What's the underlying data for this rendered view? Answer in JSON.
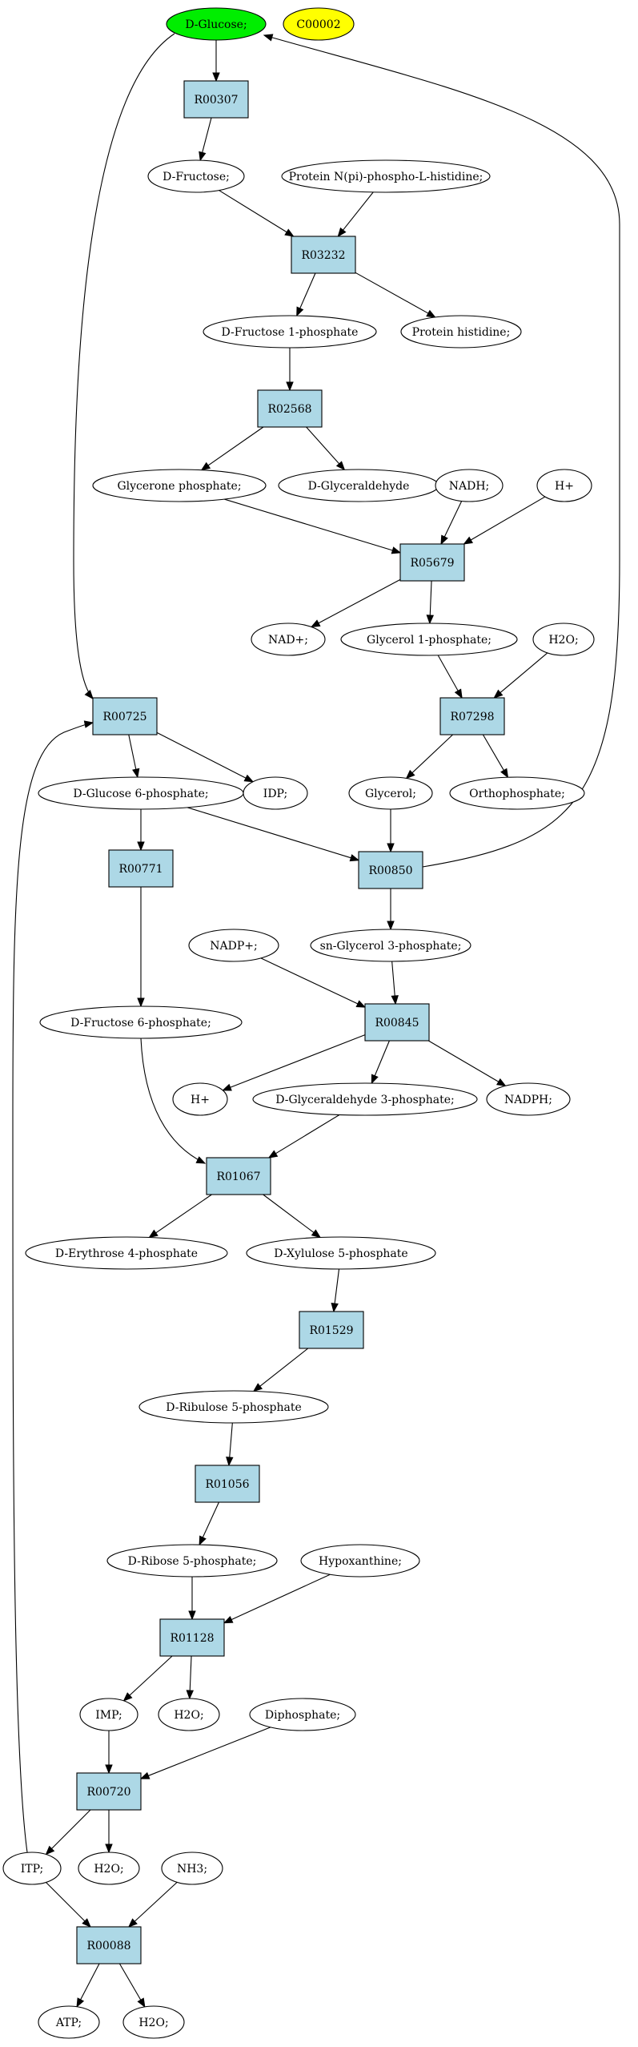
{
  "colors": {
    "compound_fill": "#ffffff",
    "source_fill": "#00ee00",
    "target_fill": "#ffff00",
    "reaction_fill": "#add8e6",
    "stroke": "#000000"
  },
  "compounds": [
    {
      "id": "glucose",
      "label": "D-Glucose;"
    },
    {
      "id": "c00002",
      "label": "C00002"
    },
    {
      "id": "fructose",
      "label": "D-Fructose;"
    },
    {
      "id": "protein_nphis",
      "label": "Protein N(pi)-phospho-L-histidine;"
    },
    {
      "id": "fructose1p",
      "label": "D-Fructose 1-phosphate"
    },
    {
      "id": "protein_his",
      "label": "Protein histidine;"
    },
    {
      "id": "glycerone_p",
      "label": "Glycerone phosphate;"
    },
    {
      "id": "glyceraldehyde",
      "label": "D-Glyceraldehyde"
    },
    {
      "id": "nadh",
      "label": "NADH;"
    },
    {
      "id": "hplus1",
      "label": "H+"
    },
    {
      "id": "nadplus",
      "label": "NAD+;"
    },
    {
      "id": "glycerol1p",
      "label": "Glycerol 1-phosphate;"
    },
    {
      "id": "h2o_1",
      "label": "H2O;"
    },
    {
      "id": "g6p",
      "label": "D-Glucose 6-phosphate;"
    },
    {
      "id": "idp",
      "label": "IDP;"
    },
    {
      "id": "glycerol",
      "label": "Glycerol;"
    },
    {
      "id": "orthophosphate",
      "label": "Orthophosphate;"
    },
    {
      "id": "nadpplus",
      "label": "NADP+;"
    },
    {
      "id": "snglycerol3p",
      "label": "sn-Glycerol 3-phosphate;"
    },
    {
      "id": "f6p",
      "label": "D-Fructose 6-phosphate;"
    },
    {
      "id": "hplus2",
      "label": "H+"
    },
    {
      "id": "g3p",
      "label": "D-Glyceraldehyde 3-phosphate;"
    },
    {
      "id": "nadph",
      "label": "NADPH;"
    },
    {
      "id": "e4p",
      "label": "D-Erythrose 4-phosphate"
    },
    {
      "id": "x5p",
      "label": "D-Xylulose 5-phosphate"
    },
    {
      "id": "ru5p",
      "label": "D-Ribulose 5-phosphate"
    },
    {
      "id": "r5p",
      "label": "D-Ribose 5-phosphate;"
    },
    {
      "id": "hypoxanthine",
      "label": "Hypoxanthine;"
    },
    {
      "id": "imp",
      "label": "IMP;"
    },
    {
      "id": "h2o_2",
      "label": "H2O;"
    },
    {
      "id": "diphosphate",
      "label": "Diphosphate;"
    },
    {
      "id": "itp",
      "label": "ITP;"
    },
    {
      "id": "h2o_3",
      "label": "H2O;"
    },
    {
      "id": "nh3",
      "label": "NH3;"
    },
    {
      "id": "atp",
      "label": "ATP;"
    },
    {
      "id": "h2o_4",
      "label": "H2O;"
    }
  ],
  "reactions": [
    {
      "id": "r00307",
      "label": "R00307"
    },
    {
      "id": "r03232",
      "label": "R03232"
    },
    {
      "id": "r02568",
      "label": "R02568"
    },
    {
      "id": "r05679",
      "label": "R05679"
    },
    {
      "id": "r07298",
      "label": "R07298"
    },
    {
      "id": "r00725",
      "label": "R00725"
    },
    {
      "id": "r00850",
      "label": "R00850"
    },
    {
      "id": "r00771",
      "label": "R00771"
    },
    {
      "id": "r00845",
      "label": "R00845"
    },
    {
      "id": "r01067",
      "label": "R01067"
    },
    {
      "id": "r01529",
      "label": "R01529"
    },
    {
      "id": "r01056",
      "label": "R01056"
    },
    {
      "id": "r01128",
      "label": "R01128"
    },
    {
      "id": "r00720",
      "label": "R00720"
    },
    {
      "id": "r00088",
      "label": "R00088"
    }
  ],
  "edges": [
    {
      "from": "glucose",
      "to": "r00307"
    },
    {
      "from": "r00307",
      "to": "fructose"
    },
    {
      "from": "glucose",
      "to": "r00725"
    },
    {
      "from": "fructose",
      "to": "r03232"
    },
    {
      "from": "protein_nphis",
      "to": "r03232"
    },
    {
      "from": "r03232",
      "to": "fructose1p"
    },
    {
      "from": "r03232",
      "to": "protein_his"
    },
    {
      "from": "fructose1p",
      "to": "r02568"
    },
    {
      "from": "r02568",
      "to": "glycerone_p"
    },
    {
      "from": "r02568",
      "to": "glyceraldehyde"
    },
    {
      "from": "glycerone_p",
      "to": "r05679"
    },
    {
      "from": "nadh",
      "to": "r05679"
    },
    {
      "from": "hplus1",
      "to": "r05679"
    },
    {
      "from": "r05679",
      "to": "nadplus"
    },
    {
      "from": "r05679",
      "to": "glycerol1p"
    },
    {
      "from": "glycerol1p",
      "to": "r07298"
    },
    {
      "from": "h2o_1",
      "to": "r07298"
    },
    {
      "from": "r07298",
      "to": "glycerol"
    },
    {
      "from": "r07298",
      "to": "orthophosphate"
    },
    {
      "from": "r00725",
      "to": "g6p"
    },
    {
      "from": "r00725",
      "to": "idp"
    },
    {
      "from": "g6p",
      "to": "r00771"
    },
    {
      "from": "g6p",
      "to": "r00850"
    },
    {
      "from": "glycerol",
      "to": "r00850"
    },
    {
      "from": "r00850",
      "to": "glucose"
    },
    {
      "from": "r00850",
      "to": "snglycerol3p"
    },
    {
      "from": "r00771",
      "to": "f6p"
    },
    {
      "from": "nadpplus",
      "to": "r00845"
    },
    {
      "from": "snglycerol3p",
      "to": "r00845"
    },
    {
      "from": "r00845",
      "to": "hplus2"
    },
    {
      "from": "r00845",
      "to": "g3p"
    },
    {
      "from": "r00845",
      "to": "nadph"
    },
    {
      "from": "f6p",
      "to": "r01067"
    },
    {
      "from": "g3p",
      "to": "r01067"
    },
    {
      "from": "r01067",
      "to": "e4p"
    },
    {
      "from": "r01067",
      "to": "x5p"
    },
    {
      "from": "x5p",
      "to": "r01529"
    },
    {
      "from": "r01529",
      "to": "ru5p"
    },
    {
      "from": "ru5p",
      "to": "r01056"
    },
    {
      "from": "r01056",
      "to": "r5p"
    },
    {
      "from": "r5p",
      "to": "r01128"
    },
    {
      "from": "hypoxanthine",
      "to": "r01128"
    },
    {
      "from": "r01128",
      "to": "imp"
    },
    {
      "from": "r01128",
      "to": "h2o_2"
    },
    {
      "from": "imp",
      "to": "r00720"
    },
    {
      "from": "diphosphate",
      "to": "r00720"
    },
    {
      "from": "r00720",
      "to": "itp"
    },
    {
      "from": "r00720",
      "to": "h2o_3"
    },
    {
      "from": "itp",
      "to": "r00725"
    },
    {
      "from": "itp",
      "to": "r00088"
    },
    {
      "from": "nh3",
      "to": "r00088"
    },
    {
      "from": "r00088",
      "to": "atp"
    },
    {
      "from": "r00088",
      "to": "h2o_4"
    }
  ]
}
